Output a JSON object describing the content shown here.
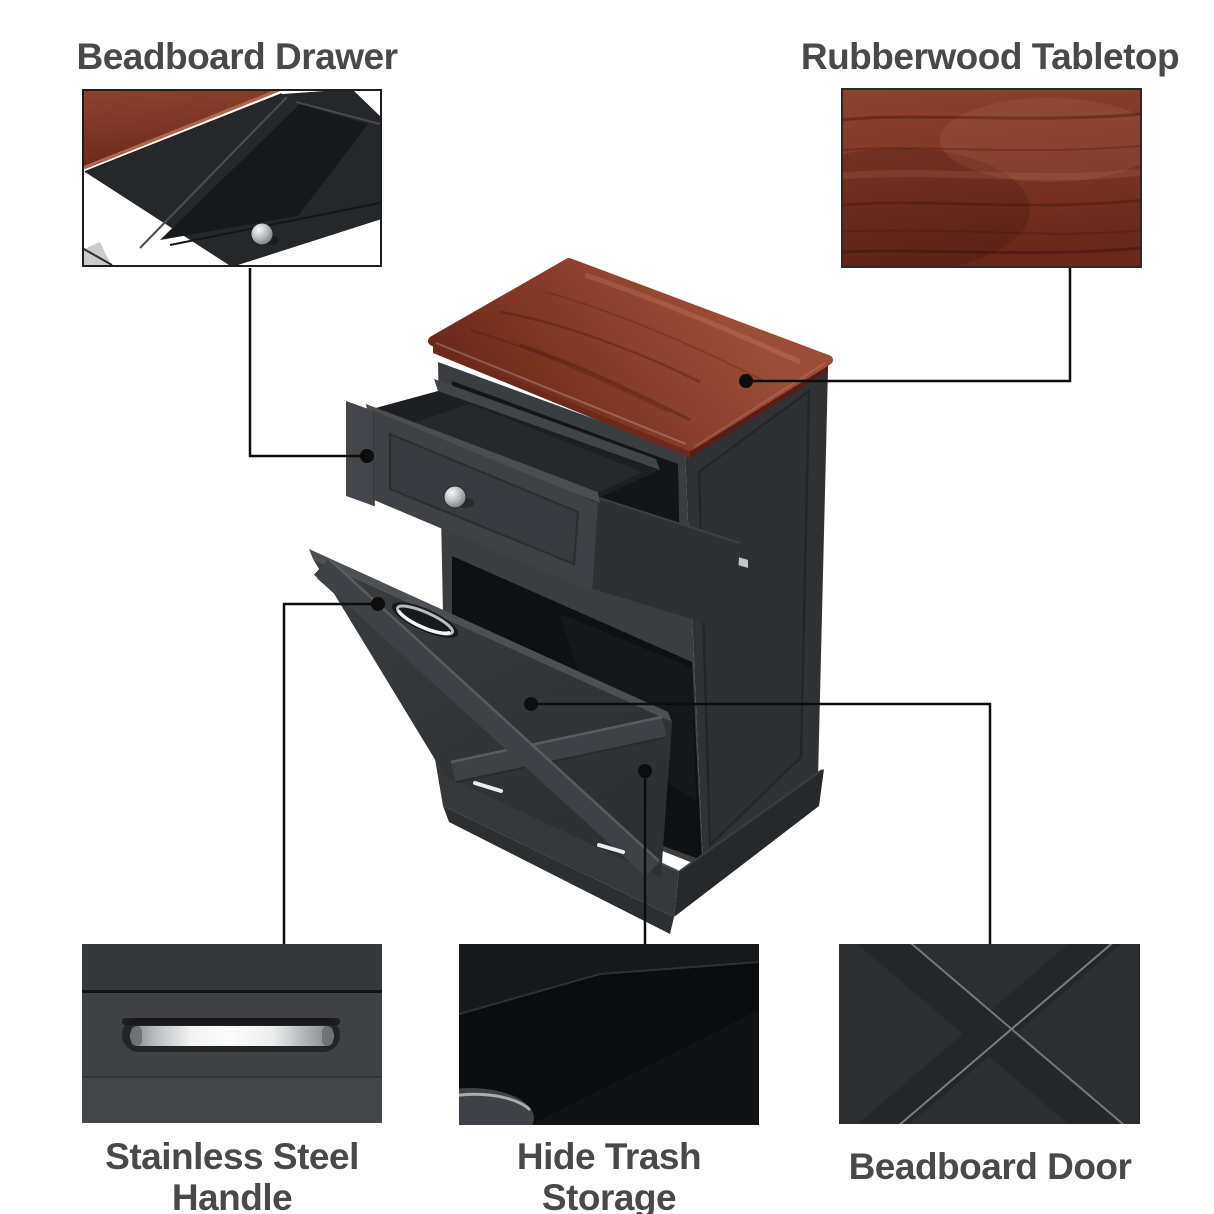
{
  "labels": {
    "beadboard_drawer": "Beadboard Drawer",
    "rubberwood_tabletop": "Rubberwood Tabletop",
    "stainless_steel_handle_lines": [
      "Stainless Steel",
      "Handle"
    ],
    "hide_trash_storage_lines": [
      "Hide Trash",
      "Storage"
    ],
    "beadboard_door": "Beadboard Door"
  },
  "colors": {
    "background": "#ffffff",
    "label_text": "#47494b",
    "callout_line": "#0d0d0d",
    "wood": "#8a3e2c",
    "wood_dark": "#6d2a1c",
    "cabinet_front": "#3b3e41",
    "cabinet_side": "#2f3235",
    "interior_dark": "#0e1013",
    "chrome": "#e9ebec"
  }
}
